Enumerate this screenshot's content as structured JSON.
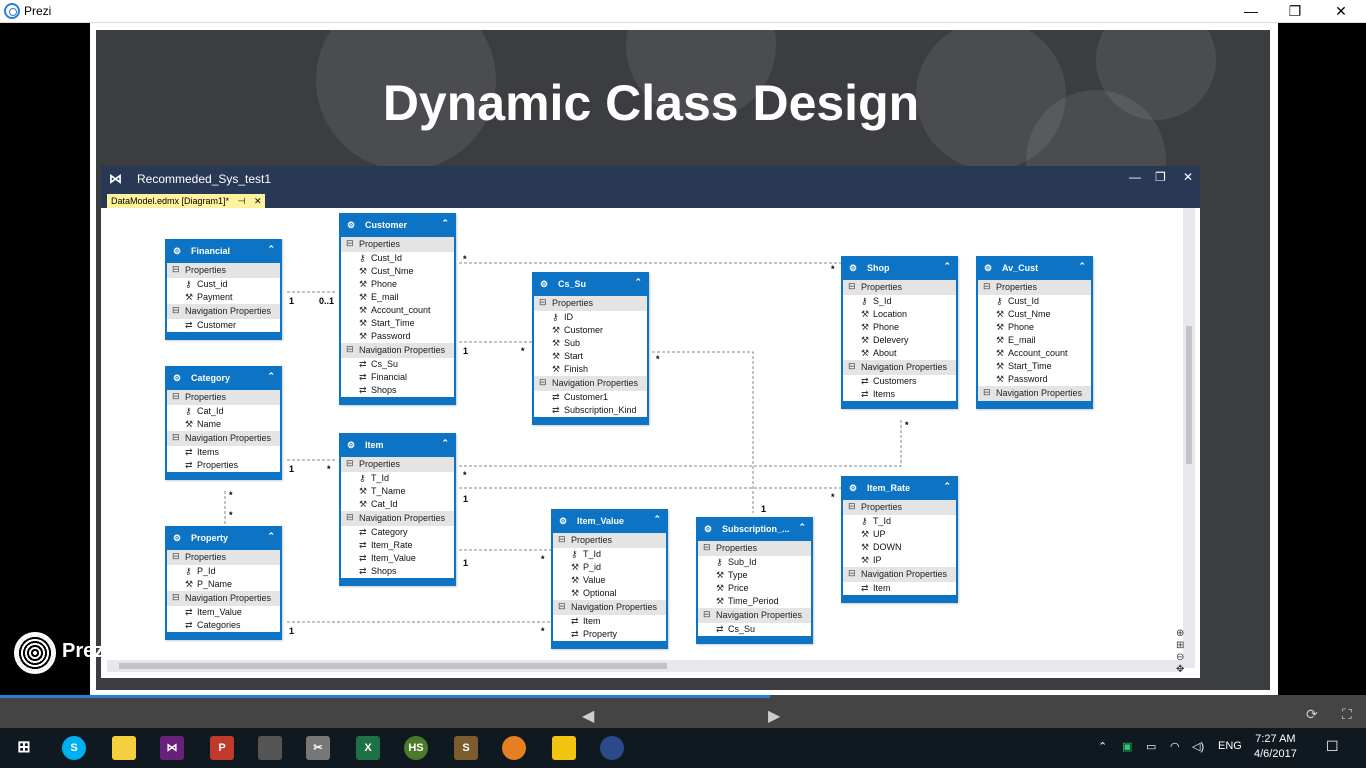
{
  "window": {
    "title": "Prezi",
    "minimize": "—",
    "restore": "❐",
    "close": "✕"
  },
  "slide": {
    "title": "Dynamic Class Design"
  },
  "vs": {
    "title": "Recommeded_Sys_test1",
    "tab": "DataModel.edmx [Diagram1]*",
    "tab_pin": "⊣",
    "tab_close": "✕"
  },
  "entities": {
    "financial": {
      "name": "Financial",
      "props": [
        "Cust_id",
        "Payment"
      ],
      "nav": [
        "Customer"
      ]
    },
    "customer": {
      "name": "Customer",
      "props": [
        "Cust_Id",
        "Cust_Nme",
        "Phone",
        "E_mail",
        "Account_count",
        "Start_Time",
        "Password"
      ],
      "nav": [
        "Cs_Su",
        "Financial",
        "Shops"
      ]
    },
    "cs_su": {
      "name": "Cs_Su",
      "props": [
        "ID",
        "Customer",
        "Sub",
        "Start",
        "Finish"
      ],
      "nav": [
        "Customer1",
        "Subscription_Kind"
      ]
    },
    "shop": {
      "name": "Shop",
      "props": [
        "S_Id",
        "Location",
        "Phone",
        "Delevery",
        "About"
      ],
      "nav": [
        "Customers",
        "Items"
      ]
    },
    "av_cust": {
      "name": "Av_Cust",
      "props": [
        "Cust_Id",
        "Cust_Nme",
        "Phone",
        "E_mail",
        "Account_count",
        "Start_Time",
        "Password"
      ],
      "nav": []
    },
    "category": {
      "name": "Category",
      "props": [
        "Cat_Id",
        "Name"
      ],
      "nav": [
        "Items",
        "Properties"
      ]
    },
    "item": {
      "name": "Item",
      "props": [
        "T_Id",
        "T_Name",
        "Cat_Id"
      ],
      "nav": [
        "Category",
        "Item_Rate",
        "Item_Value",
        "Shops"
      ]
    },
    "item_rate": {
      "name": "Item_Rate",
      "props": [
        "T_Id",
        "UP",
        "DOWN",
        "IP"
      ],
      "nav": [
        "Item"
      ]
    },
    "property": {
      "name": "Property",
      "props": [
        "P_Id",
        "P_Name"
      ],
      "nav": [
        "Item_Value",
        "Categories"
      ]
    },
    "item_value": {
      "name": "Item_Value",
      "props": [
        "T_Id",
        "P_id",
        "Value",
        "Optional"
      ],
      "nav": [
        "Item",
        "Property"
      ]
    },
    "subscription": {
      "name": "Subscription_...",
      "props": [
        "Sub_Id",
        "Type",
        "Price",
        "Time_Period"
      ],
      "nav": [
        "Cs_Su"
      ]
    }
  },
  "sections": {
    "properties": "Properties",
    "navigation": "Navigation Properties"
  },
  "multiplicity": {
    "one": "1",
    "many": "*",
    "zero_one": "0..1"
  },
  "prezi": {
    "brand": "Prezi"
  },
  "taskbar": {
    "time": "7:27 AM",
    "date": "4/6/2017",
    "lang": "ENG"
  }
}
